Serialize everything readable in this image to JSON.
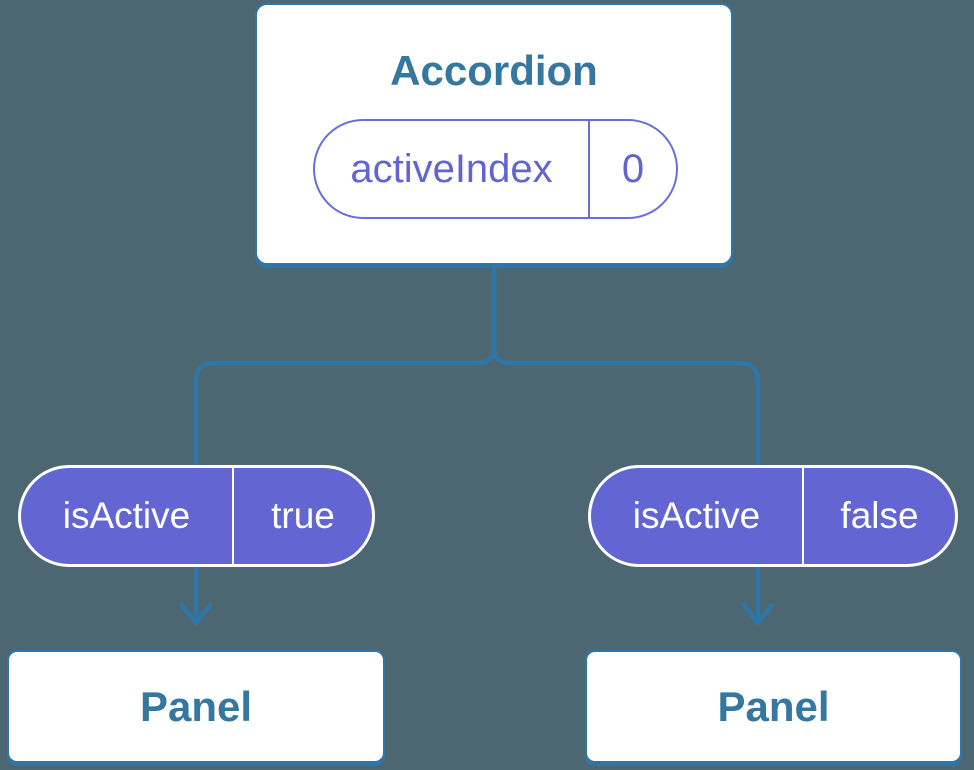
{
  "colors": {
    "bg": "#4C6771",
    "line": "#2F76A8",
    "text_blue": "#35779E",
    "card_bg": "#FFFFFF",
    "purple_fill": "#6366D2",
    "purple_outline": "#696EDC",
    "purple_text": "#6164D2",
    "pill_border": "#FFFFFF",
    "pill_text": "#FFFFFF"
  },
  "tree": {
    "root": {
      "label": "Accordion",
      "state": {
        "name": "activeIndex",
        "value": "0"
      }
    },
    "props": [
      {
        "name": "isActive",
        "value": "true"
      },
      {
        "name": "isActive",
        "value": "false"
      }
    ],
    "panels": [
      {
        "label": "Panel"
      },
      {
        "label": "Panel"
      }
    ],
    "icons": {
      "connector_arrow": "arrow-down"
    }
  }
}
